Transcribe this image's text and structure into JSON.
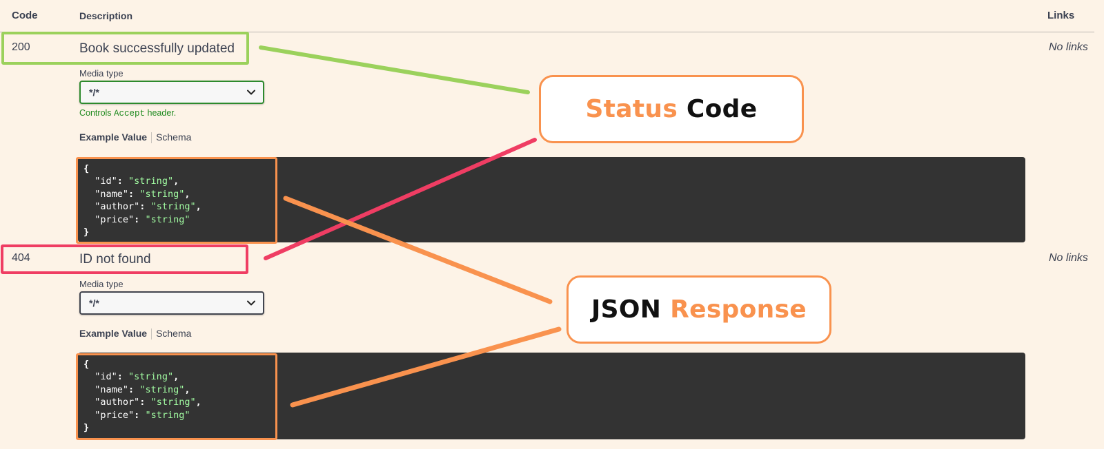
{
  "table": {
    "headers": {
      "code": "Code",
      "description": "Description",
      "links": "Links"
    }
  },
  "responses": [
    {
      "code": "200",
      "description": "Book successfully updated",
      "links": "No links",
      "media_type_label": "Media type",
      "media_type_value": "*/*",
      "controls_prefix": "Controls",
      "controls_code": "Accept",
      "controls_suffix": "header.",
      "tab_example": "Example Value",
      "tab_schema": "Schema",
      "json": {
        "open": "{",
        "close": "}",
        "fields": [
          {
            "key": "\"id\"",
            "value": "\"string\"",
            "trail": ","
          },
          {
            "key": "\"name\"",
            "value": "\"string\"",
            "trail": ","
          },
          {
            "key": "\"author\"",
            "value": "\"string\"",
            "trail": ","
          },
          {
            "key": "\"price\"",
            "value": "\"string\"",
            "trail": ""
          }
        ]
      }
    },
    {
      "code": "404",
      "description": "ID not found",
      "links": "No links",
      "media_type_label": "Media type",
      "media_type_value": "*/*",
      "tab_example": "Example Value",
      "tab_schema": "Schema",
      "json": {
        "open": "{",
        "close": "}",
        "fields": [
          {
            "key": "\"id\"",
            "value": "\"string\"",
            "trail": ","
          },
          {
            "key": "\"name\"",
            "value": "\"string\"",
            "trail": ","
          },
          {
            "key": "\"author\"",
            "value": "\"string\"",
            "trail": ","
          },
          {
            "key": "\"price\"",
            "value": "\"string\"",
            "trail": ""
          }
        ]
      }
    }
  ],
  "callouts": {
    "status": {
      "word1": "Status",
      "word2": "Code"
    },
    "json": {
      "word1": "JSON",
      "word2": "Response"
    }
  },
  "colors": {
    "page_bg": "#fdf3e7",
    "highlight_green": "#9bd15c",
    "highlight_red": "#ef3d63",
    "highlight_orange": "#f9924e",
    "select_green_border": "#2d8a2d",
    "json_string": "#a2fca2",
    "codeblock_bg": "#333333"
  },
  "icons": {
    "select_arrow": "chevron-down-icon"
  }
}
